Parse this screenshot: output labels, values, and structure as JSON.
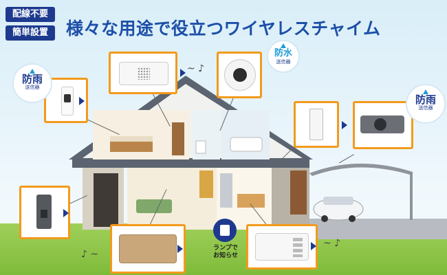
{
  "badges": {
    "no_wiring": "配線不要",
    "easy_setup": "簡単設置"
  },
  "headline": "様々な用途で役立つワイヤレスチャイム",
  "labels": {
    "rainproof": "防雨",
    "transmitter": "送信器",
    "waterproof": "防水",
    "lamp_notice_1": "ランプで",
    "lamp_notice_2": "お知らせ"
  },
  "icons": [
    "water-drop-icon",
    "music-note-icon",
    "arrow-icon",
    "lamp-icon"
  ],
  "colors": {
    "accent": "#f39a1b",
    "brand": "#1d3a8f",
    "title": "#1d4fa8"
  }
}
